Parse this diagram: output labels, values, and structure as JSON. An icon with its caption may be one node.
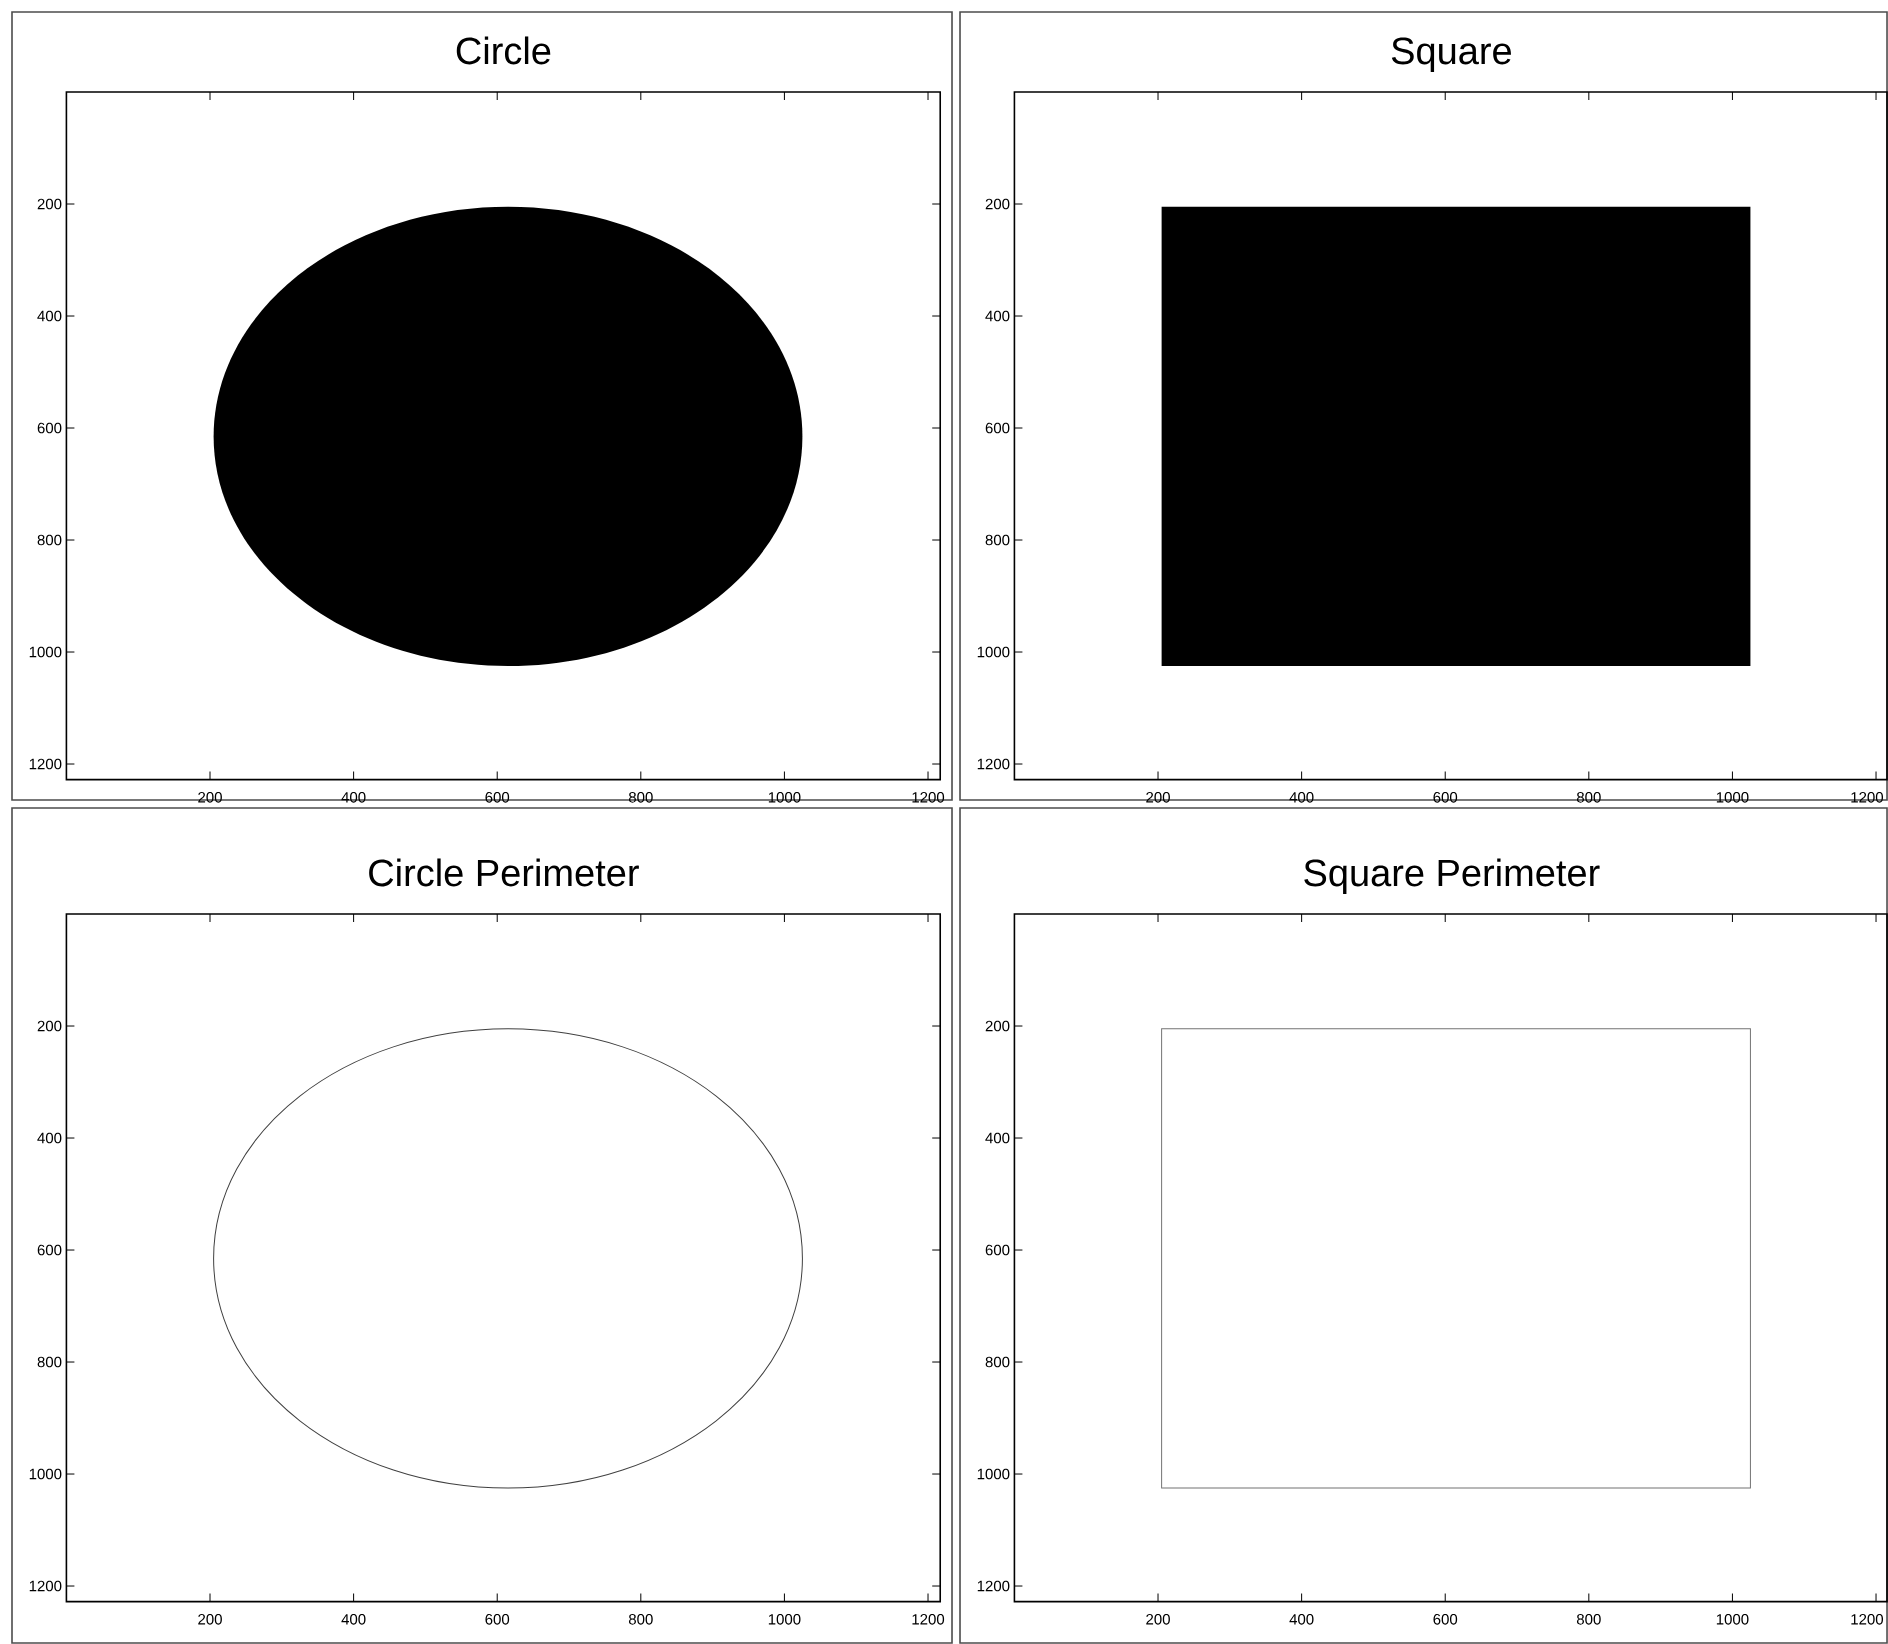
{
  "diagram": {
    "nodes": [
      {
        "text": [
          "Circle"
        ]
      },
      {
        "text": [
          "Square"
        ]
      },
      {
        "text": [
          "Circle Perimeter"
        ]
      },
      {
        "text": [
          "Square Perimeter"
        ]
      }
    ],
    "labels": [
      "200",
      "400",
      "600",
      "800",
      "1000",
      "1200",
      "200",
      "400",
      "600",
      "800",
      "1000",
      "1200",
      "200",
      "400",
      "600",
      "800",
      "1000",
      "1200",
      "200",
      "400",
      "600",
      "800",
      "1000",
      "1200",
      "200",
      "400",
      "600",
      "800",
      "1000",
      "1200",
      "200",
      "400",
      "600",
      "800",
      "1000",
      "1200",
      "200",
      "400",
      "600",
      "800",
      "1000",
      "1200",
      "200",
      "400",
      "600",
      "800",
      "1000",
      "1200"
    ]
  }
}
